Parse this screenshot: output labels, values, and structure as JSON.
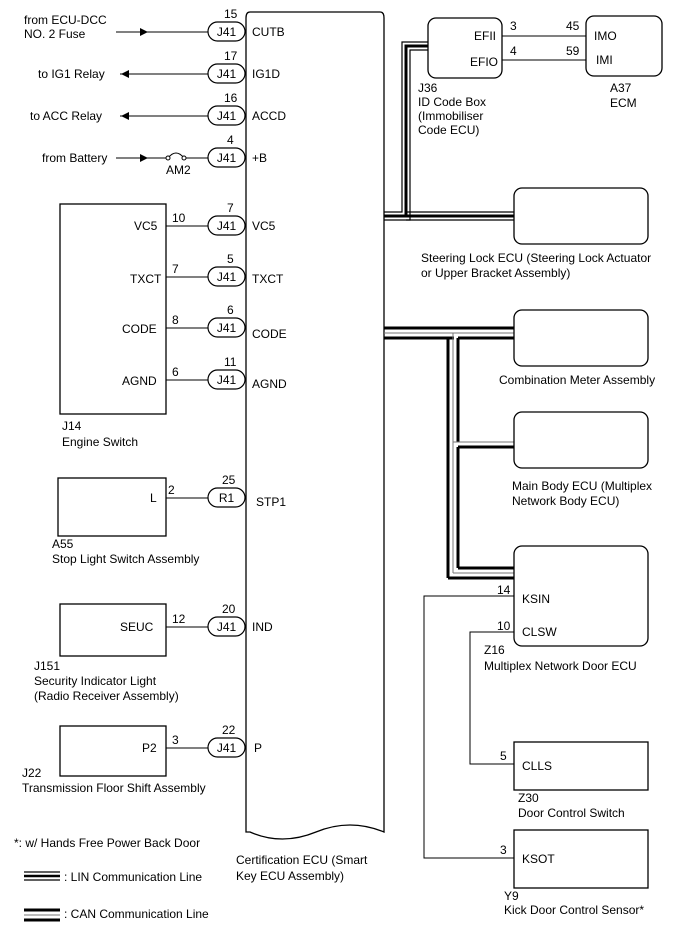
{
  "ecu": {
    "label_line1": "Certification ECU (Smart",
    "label_line2": "Key ECU Assembly)"
  },
  "connector": "J41",
  "pins": [
    {
      "num": "15",
      "name": "CUTB",
      "conn": "J41",
      "source": [
        "from ECU-DCC",
        "NO. 2 Fuse"
      ]
    },
    {
      "num": "17",
      "name": "IG1D",
      "conn": "J41",
      "dest": "to IG1 Relay"
    },
    {
      "num": "16",
      "name": "ACCD",
      "conn": "J41",
      "dest": "to ACC Relay"
    },
    {
      "num": "4",
      "name": "+B",
      "conn": "J41",
      "source": [
        "from Battery"
      ],
      "fuse": "AM2"
    },
    {
      "num": "7",
      "name": "VC5",
      "conn": "J41"
    },
    {
      "num": "5",
      "name": "TXCT",
      "conn": "J41"
    },
    {
      "num": "6",
      "name": "CODE",
      "conn": "J41"
    },
    {
      "num": "11",
      "name": "AGND",
      "conn": "J41"
    },
    {
      "num": "25",
      "name": "STP1",
      "conn": "R1"
    },
    {
      "num": "20",
      "name": "IND",
      "conn": "J41"
    },
    {
      "num": "22",
      "name": "P",
      "conn": "J41"
    }
  ],
  "engine_switch": {
    "id": "J14",
    "name": "Engine Switch",
    "terminals": [
      {
        "name": "VC5",
        "num": "10"
      },
      {
        "name": "TXCT",
        "num": "7"
      },
      {
        "name": "CODE",
        "num": "8"
      },
      {
        "name": "AGND",
        "num": "6"
      }
    ]
  },
  "stop_light": {
    "id": "A55",
    "name": "Stop Light Switch Assembly",
    "terminal": "L",
    "num": "2"
  },
  "security_light": {
    "id": "J151",
    "name_line1": "Security Indicator Light",
    "name_line2": "(Radio Receiver Assembly)",
    "terminal": "SEUC",
    "num": "12"
  },
  "shift_assembly": {
    "id": "J22",
    "name": "Transmission Floor Shift Assembly",
    "terminal": "P2",
    "num": "3"
  },
  "id_code_box": {
    "id": "J36",
    "name_lines": [
      "ID Code Box",
      "(Immobiliser",
      "Code ECU)"
    ],
    "terminals": [
      {
        "name": "EFII",
        "num": "3"
      },
      {
        "name": "EFIO",
        "num": "4"
      }
    ]
  },
  "ecm": {
    "id": "A37",
    "name": "ECM",
    "terminals": [
      {
        "name": "IMO",
        "num": "45"
      },
      {
        "name": "IMI",
        "num": "59"
      }
    ]
  },
  "steering_lock": {
    "name_line1": "Steering Lock ECU (Steering Lock Actuator",
    "name_line2": "or Upper Bracket Assembly)"
  },
  "combination_meter": {
    "name": "Combination Meter Assembly"
  },
  "main_body": {
    "name_line1": "Main Body ECU (Multiplex",
    "name_line2": "Network Body ECU)"
  },
  "door_ecu": {
    "id": "Z16",
    "name": "Multiplex Network Door ECU",
    "terminals": [
      {
        "name": "KSIN",
        "num": "14"
      },
      {
        "name": "CLSW",
        "num": "10"
      }
    ]
  },
  "door_switch": {
    "id": "Z30",
    "name": "Door Control Switch",
    "terminal": "CLLS",
    "num": "5"
  },
  "kick_sensor": {
    "id": "Y9",
    "name": "Kick Door Control Sensor*",
    "terminal": "KSOT",
    "num": "3"
  },
  "legend": {
    "note": "*: w/ Hands Free Power Back Door",
    "lin": ": LIN Communication Line",
    "can": ": CAN Communication Line"
  }
}
